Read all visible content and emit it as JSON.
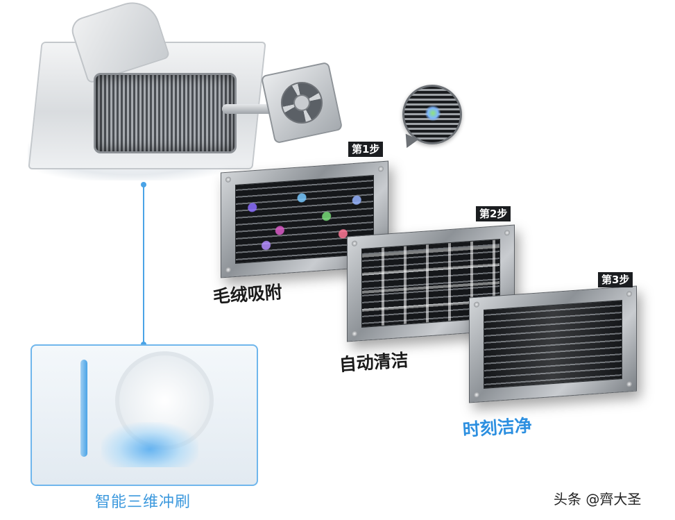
{
  "steps": [
    {
      "badge": "第1步",
      "caption": "毛绒吸附"
    },
    {
      "badge": "第2步",
      "caption": "自动清洁"
    },
    {
      "badge": "第3步",
      "caption": "时刻洁净"
    }
  ],
  "inset": {
    "caption": "智能三维冲刷"
  },
  "watermark": "头条 @齊大圣",
  "colors": {
    "accent": "#2c8fe0",
    "connector": "#4aa3e6",
    "badge_bg": "#1b1d20"
  }
}
